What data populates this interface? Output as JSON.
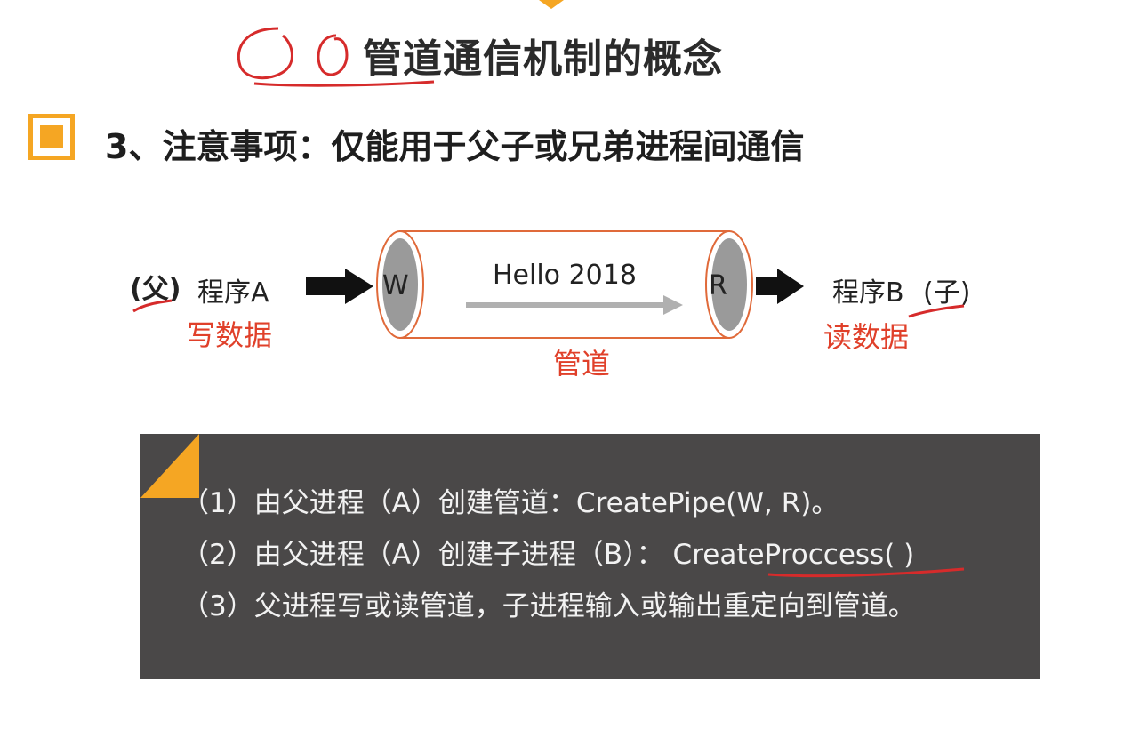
{
  "slide": {
    "title": "管道通信机制的概念",
    "heading": "3、注意事项：仅能用于父子或兄弟进程间通信"
  },
  "diagram": {
    "left_paren": "(父)",
    "left_process": "程序A",
    "left_action": "写数据",
    "write_end": "W",
    "read_end": "R",
    "message": "Hello 2018",
    "pipe_label": "管道",
    "right_process": "程序B",
    "right_paren": "(子)",
    "right_action": "读数据"
  },
  "notes": {
    "items": [
      "（1）由父进程（A）创建管道：CreatePipe(W, R)。",
      "（2）由父进程（A）创建子进程（B）：  CreateProccess( )",
      "（3）父进程写或读管道，子进程输入或输出重定向到管道。"
    ]
  },
  "colors": {
    "accent": "#f5a623",
    "annotation_red": "#e0402a",
    "notes_bg": "#4a4848"
  }
}
